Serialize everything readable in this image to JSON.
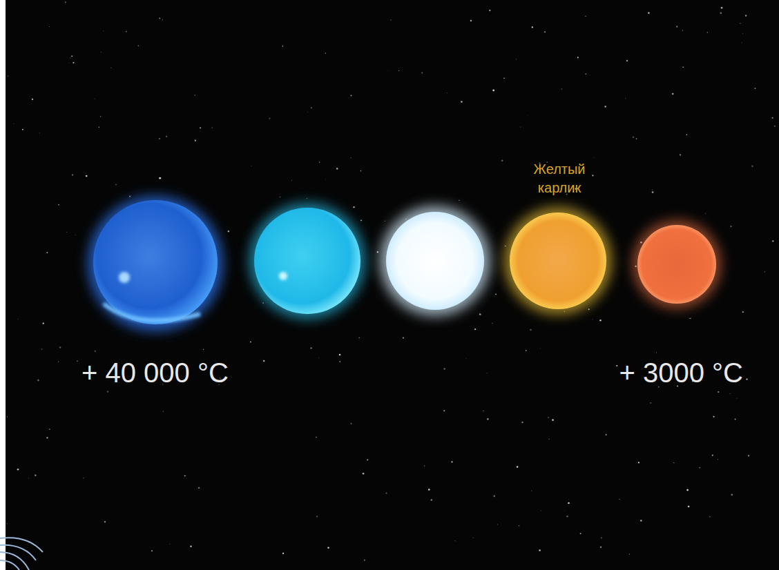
{
  "diagram": {
    "labels": [
      "Желтый карлик",
      "+ 40 000 °C",
      "+ 3000 °C"
    ]
  }
}
